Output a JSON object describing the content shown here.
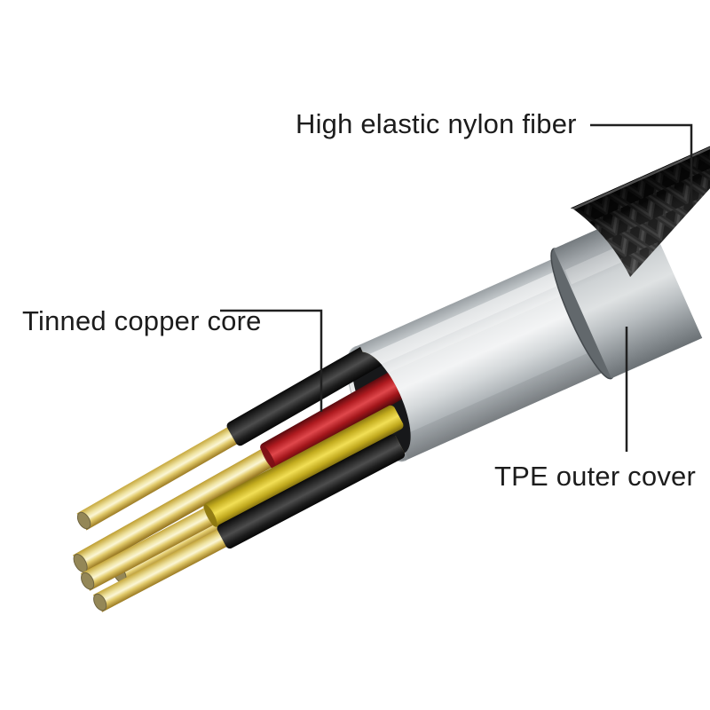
{
  "figure": {
    "subject": "Braided cable internal anatomy diagram",
    "background": "#ffffff",
    "callouts": [
      {
        "id": "nylon",
        "label": "High elastic nylon fiber"
      },
      {
        "id": "copper",
        "label": "Tinned copper core"
      },
      {
        "id": "tpe",
        "label": "TPE outer cover"
      }
    ],
    "parts": [
      {
        "name": "nylon-braid-jacket",
        "color": "#0d0d0d"
      },
      {
        "name": "tpe-outer-cover",
        "color": "#e9ebec"
      },
      {
        "name": "tinned-copper-core",
        "color": "#ecdf9e"
      },
      {
        "name": "red-insulated-wire",
        "color": "#b02028"
      },
      {
        "name": "yellow-insulated-wire",
        "color": "#e3cc45"
      },
      {
        "name": "black-insulated-wire",
        "color": "#161616"
      }
    ],
    "label_text_color": "#1c1c1c"
  }
}
